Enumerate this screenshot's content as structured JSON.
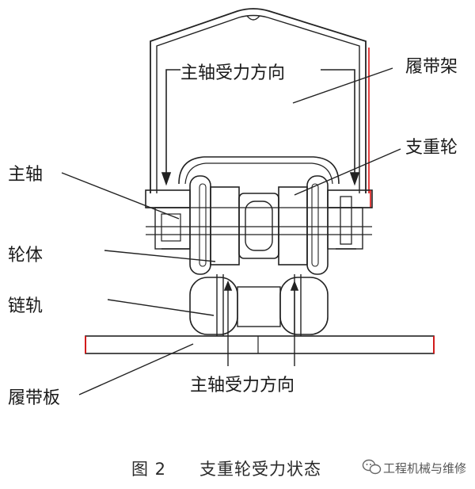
{
  "labels": {
    "track_frame": "履带架",
    "support_wheel": "支重轮",
    "main_shaft": "主轴",
    "wheel_body": "轮体",
    "chain_rail": "链轨",
    "track_shoe": "履带板",
    "force_dir_top": "主轴受力方向",
    "force_dir_bottom": "主轴受力方向"
  },
  "caption": {
    "number": "图 2",
    "title": "支重轮受力状态"
  },
  "watermark": {
    "text": "工程机械与维修"
  }
}
